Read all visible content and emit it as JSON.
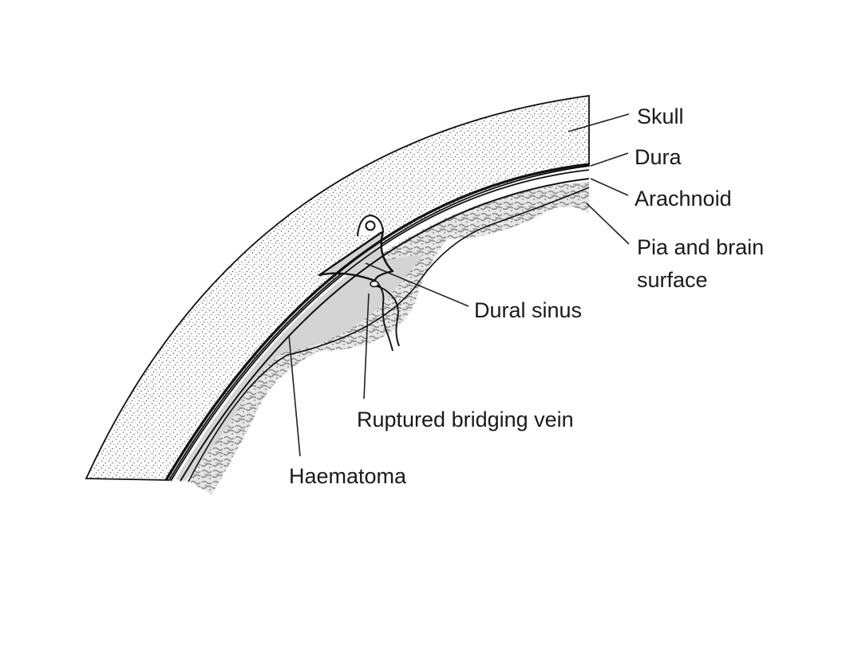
{
  "labels": {
    "skull": "Skull",
    "dura": "Dura",
    "arachnoid": "Arachnoid",
    "pia_line1": "Pia and brain",
    "pia_line2": "surface",
    "dural_sinus": "Dural sinus",
    "ruptured_vein": "Ruptured bridging vein",
    "haematoma": "Haematoma"
  },
  "colors": {
    "line": "#111111",
    "haematoma_fill": "#d4d4d4",
    "skull_stipple": "#555555",
    "brain_texture": "#9a9a9a",
    "background": "#ffffff"
  }
}
